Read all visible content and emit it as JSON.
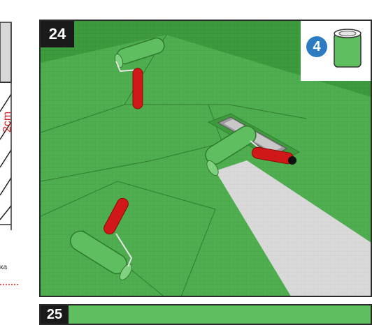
{
  "step": {
    "number": "24"
  },
  "product": {
    "number": "4",
    "icon": "paint-can-icon",
    "color": "#5fbe5f"
  },
  "next_step": {
    "number": "25"
  },
  "left_panel": {
    "measure": "2cm",
    "caption": "ка"
  },
  "colors": {
    "membrane": "#4fae4f",
    "roller": "#5fbe5f",
    "handle": "#d01818",
    "tile": "#d7d7d7"
  }
}
